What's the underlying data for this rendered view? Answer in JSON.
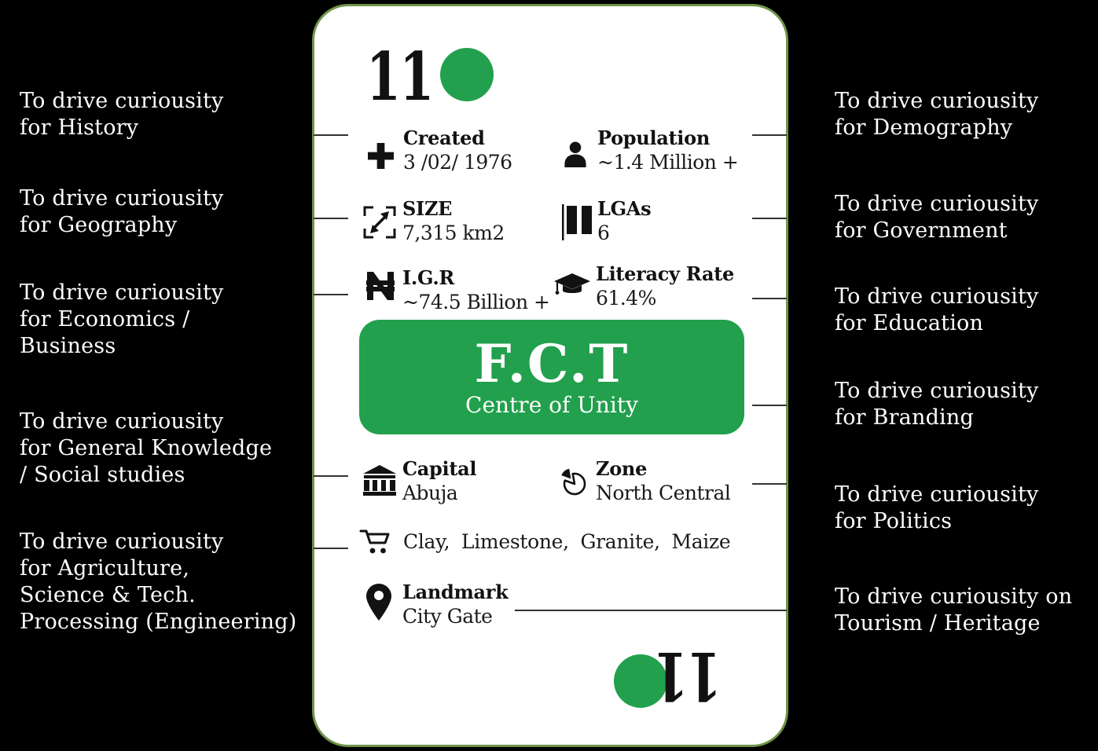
{
  "brand": {
    "logo_number": "11",
    "colors": {
      "accent_green": "#22a04d",
      "border_green": "#70944a",
      "connector_line": "#333333",
      "card_bg": "#ffffff",
      "page_bg": "#000000"
    }
  },
  "card": {
    "banner": {
      "title": "F.C.T",
      "subtitle": "Centre of Unity"
    },
    "stats": [
      {
        "id": "created",
        "icon": "plus-icon",
        "label": "Created",
        "value": "3 /02/ 1976"
      },
      {
        "id": "population",
        "icon": "person-icon",
        "label": "Population",
        "value": "~1.4 Million +"
      },
      {
        "id": "size",
        "icon": "expand-icon",
        "label": "SIZE",
        "value": "7,315 km2"
      },
      {
        "id": "lgas",
        "icon": "flag-icon",
        "label": "LGAs",
        "value": "6"
      },
      {
        "id": "igr",
        "icon": "naira-icon",
        "label": "I.G.R",
        "value": "~74.5 Billion +"
      },
      {
        "id": "literacy",
        "icon": "graduation-cap-icon",
        "label": "Literacy Rate",
        "value": "61.4%"
      },
      {
        "id": "capital",
        "icon": "bank-icon",
        "label": "Capital",
        "value": "Abuja"
      },
      {
        "id": "zone",
        "icon": "pie-chart-icon",
        "label": "Zone",
        "value": "North Central"
      },
      {
        "id": "resources",
        "icon": "cart-icon",
        "label": "",
        "value": "Clay, Limestone, Granite, Maize"
      },
      {
        "id": "landmark",
        "icon": "location-pin-icon",
        "label": "Landmark",
        "value": "City Gate"
      }
    ]
  },
  "annotations": {
    "left": [
      {
        "lines": [
          "To drive curiousity",
          "for History"
        ]
      },
      {
        "lines": [
          "To drive curiousity",
          "for Geography"
        ]
      },
      {
        "lines": [
          "To drive curiousity",
          "for Economics /",
          "Business"
        ]
      },
      {
        "lines": [
          "To drive curiousity",
          "for General Knowledge",
          "/ Social studies"
        ]
      },
      {
        "lines": [
          "To drive curiousity",
          "for Agriculture,",
          "Science & Tech.",
          "Processing (Engineering)"
        ]
      }
    ],
    "right": [
      {
        "lines": [
          "To drive curiousity",
          "for Demography"
        ]
      },
      {
        "lines": [
          "To drive curiousity",
          "for Government"
        ]
      },
      {
        "lines": [
          "To drive curiousity",
          "for Education"
        ]
      },
      {
        "lines": [
          "To drive curiousity",
          "for Branding"
        ]
      },
      {
        "lines": [
          "To drive curiousity",
          "for Politics"
        ]
      },
      {
        "lines": [
          "To drive curiousity on",
          "Tourism / Heritage"
        ]
      }
    ]
  }
}
